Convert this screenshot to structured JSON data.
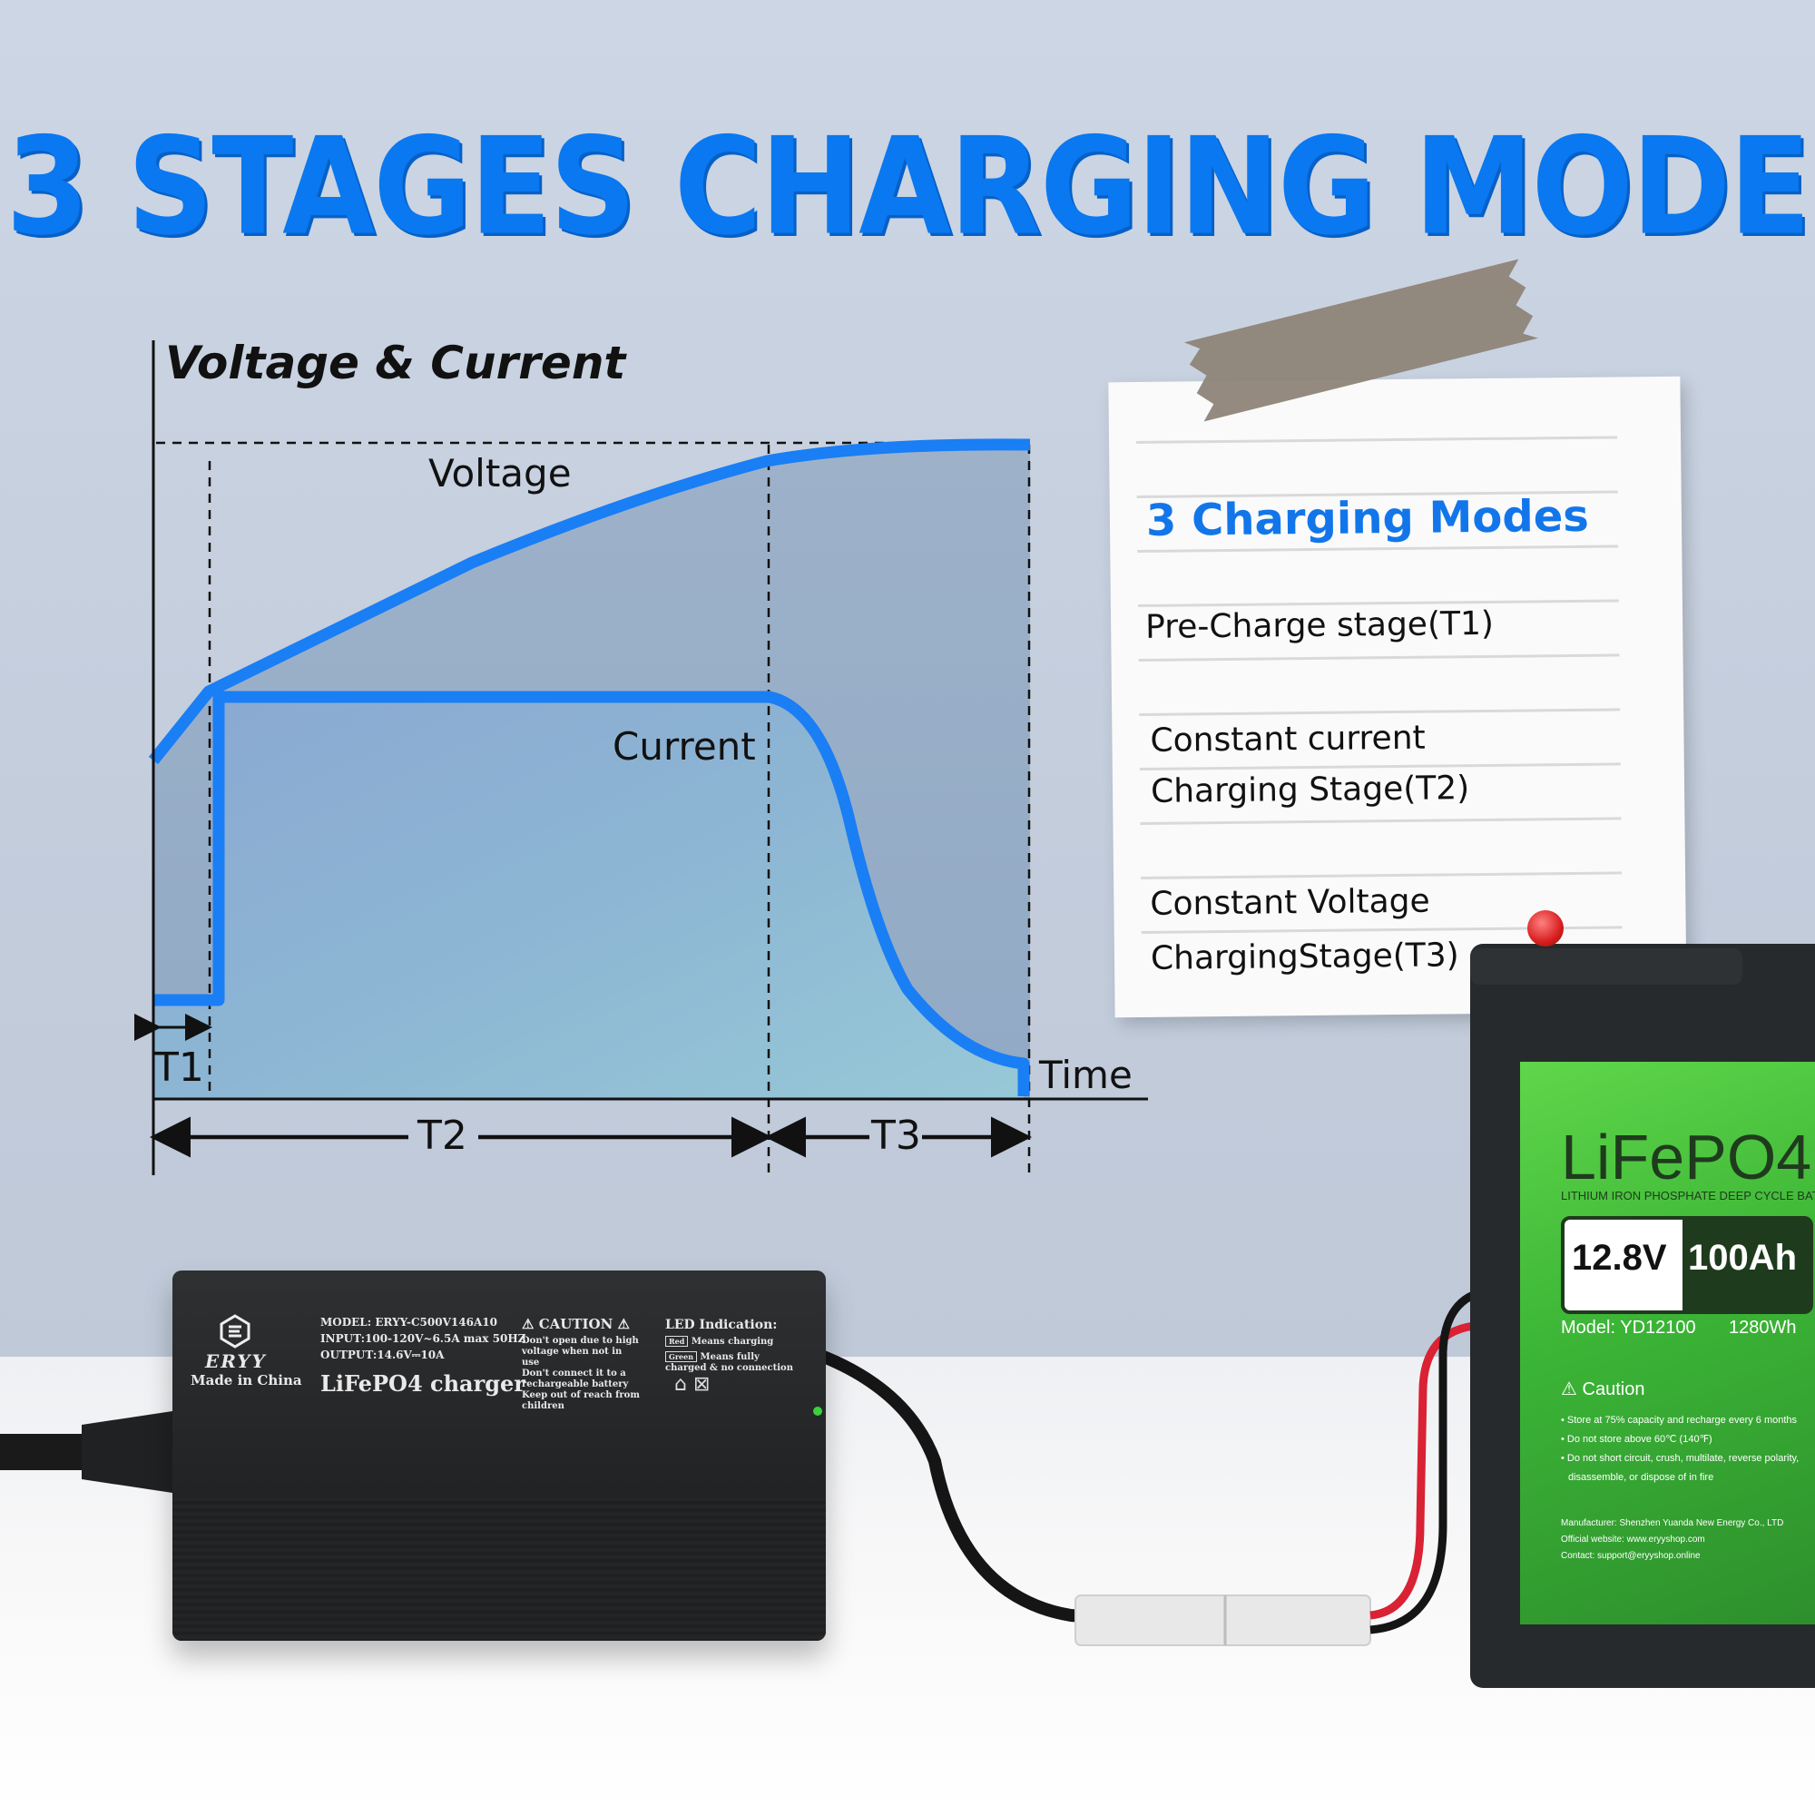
{
  "headline": "3 STAGES CHARGING MODE",
  "chart": {
    "y_axis_title": "Voltage & Current",
    "voltage_label": "Voltage",
    "current_label": "Current",
    "time_label": "Time",
    "t1_label": "T1",
    "t2_label": "T2",
    "t3_label": "T3"
  },
  "note": {
    "title": "3 Charging Modes",
    "pre_charge": "Pre-Charge stage(T1)",
    "cc_line1": "Constant current",
    "cc_line2": "Charging Stage(T2)",
    "cv_line1": "Constant Voltage",
    "cv_line2": "ChargingStage(T3)"
  },
  "charger": {
    "brand": "ERYY",
    "made_in": "Made in China",
    "model": "MODEL: ERYY-C500V146A10",
    "input": "INPUT:100-120V~6.5A max 50HZ",
    "output": "OUTPUT:14.6V⎓10A",
    "name": "LiFePO4 charger",
    "caution_title": "CAUTION",
    "caution_1": "Don't open due to high voltage when not in use",
    "caution_2": "Don't connect it to a rechargeable battery",
    "caution_3": "Keep out of reach from children",
    "led_title": "LED Indication:",
    "led_red": "Means charging",
    "led_green": "Means fully charged & no connection",
    "led_red_tag": "Red",
    "led_green_tag": "Green"
  },
  "battery": {
    "chemistry": "LiFePO4",
    "subtitle": "LITHIUM IRON PHOSPHATE DEEP CYCLE BATTERY",
    "voltage": "12.8V",
    "capacity": "100Ah",
    "model": "Model: YD12100",
    "energy": "1280Wh",
    "caution_title": "Caution",
    "caution_1": "• Store at 75% capacity and recharge every 6 months",
    "caution_2": "• Do not store above 60℃ (140℉)",
    "caution_3": "• Do not short circuit,  crush,  multilate,  reverse polarity,",
    "caution_4": "disassemble,  or dispose of in fire",
    "manufacturer": "Manufacturer: Shenzhen Yuanda New Energy Co., LTD",
    "website": "Official website: www.eryyshop.com",
    "contact": "Contact:  support@eryyshop.online"
  },
  "colors": {
    "accent_blue": "#0a78f0",
    "curve_blue": "#1a7ef5",
    "battery_green": "#3bb436"
  }
}
